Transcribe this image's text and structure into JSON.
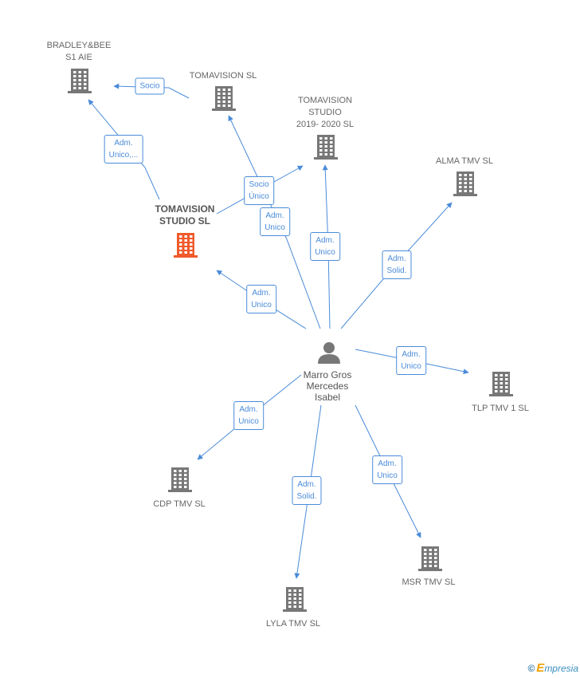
{
  "colors": {
    "edge": "#4a8bd8",
    "building": "#777777",
    "main_building": "#f05a2a",
    "person": "#777777"
  },
  "nodes": [
    {
      "id": "bradley",
      "lines": [
        "BRADLEY&BEE",
        "S1 AIE"
      ],
      "kind": "company"
    },
    {
      "id": "tomavision_sl",
      "lines": [
        "TOMAVISION SL"
      ],
      "kind": "company"
    },
    {
      "id": "tomavision_2019",
      "lines": [
        "TOMAVISION",
        "STUDIO",
        "2019- 2020  SL"
      ],
      "kind": "company"
    },
    {
      "id": "alma",
      "lines": [
        "ALMA TMV  SL"
      ],
      "kind": "company"
    },
    {
      "id": "tomavision_studio",
      "lines": [
        "TOMAVISION",
        "STUDIO  SL"
      ],
      "kind": "main"
    },
    {
      "id": "person",
      "lines": [
        "Marro Gros",
        "Mercedes",
        "Isabel"
      ],
      "kind": "person"
    },
    {
      "id": "tlp",
      "lines": [
        "TLP TMV 1  SL"
      ],
      "kind": "company"
    },
    {
      "id": "cdp",
      "lines": [
        "CDP TMV  SL"
      ],
      "kind": "company"
    },
    {
      "id": "msr",
      "lines": [
        "MSR TMV  SL"
      ],
      "kind": "company"
    },
    {
      "id": "lyla",
      "lines": [
        "LYLA TMV  SL"
      ],
      "kind": "company"
    }
  ],
  "edges": [
    {
      "from": "tomavision_sl",
      "to": "bradley",
      "label": [
        "Socio"
      ]
    },
    {
      "from": "tomavision_studio",
      "to": "bradley",
      "label": [
        "Adm.",
        "Unico,..."
      ]
    },
    {
      "from": "tomavision_studio",
      "to": "tomavision_2019",
      "label": [
        "Socio",
        "Único"
      ]
    },
    {
      "from": "person",
      "to": "tomavision_sl",
      "label": [
        "Adm.",
        "Unico"
      ]
    },
    {
      "from": "person",
      "to": "tomavision_2019",
      "label": [
        "Adm.",
        "Unico"
      ]
    },
    {
      "from": "person",
      "to": "alma",
      "label": [
        "Adm.",
        "Solid."
      ]
    },
    {
      "from": "person",
      "to": "tomavision_studio",
      "label": [
        "Adm.",
        "Unico"
      ]
    },
    {
      "from": "person",
      "to": "tlp",
      "label": [
        "Adm.",
        "Unico"
      ]
    },
    {
      "from": "person",
      "to": "cdp",
      "label": [
        "Adm.",
        "Unico"
      ]
    },
    {
      "from": "person",
      "to": "lyla",
      "label": [
        "Adm.",
        "Solid."
      ]
    },
    {
      "from": "person",
      "to": "msr",
      "label": [
        "Adm.",
        "Unico"
      ]
    }
  ],
  "brand": {
    "copyright": "©",
    "initial": "E",
    "rest": "mpresia"
  }
}
